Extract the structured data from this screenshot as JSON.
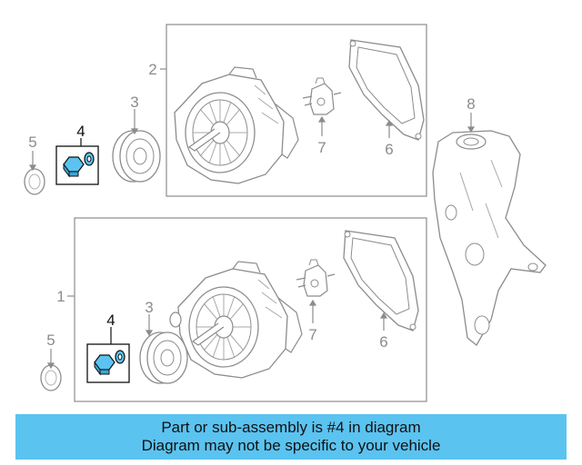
{
  "diagram": {
    "callouts": {
      "top_box": "2",
      "bottom_box": "1",
      "pulley_top": "3",
      "pulley_bottom": "3",
      "nut_top": "4",
      "nut_bottom": "4",
      "cap_top": "5",
      "cap_bottom": "5",
      "cover_top": "6",
      "cover_bottom": "6",
      "regulator_top": "7",
      "regulator_bottom": "7",
      "bracket": "8"
    },
    "colors": {
      "line": "#8c8c8c",
      "dark_line": "#222222",
      "highlight": "#5bc3f0",
      "banner": "#5bc3f0"
    }
  },
  "banner": {
    "line1": "Part or sub-assembly is #4 in diagram",
    "line2": "Diagram may not be specific to your vehicle"
  }
}
